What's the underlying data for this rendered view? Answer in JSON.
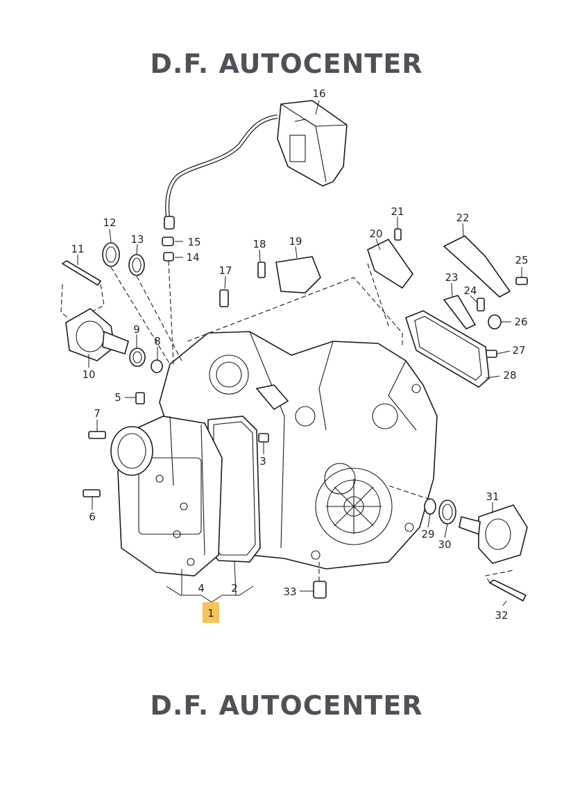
{
  "header": {
    "brand_top": "D.F. AUTOCENTER"
  },
  "footer": {
    "brand_bottom": "D.F. AUTOCENTER"
  },
  "diagram": {
    "highlight_color": "#f5c35c",
    "highlighted_part": "1",
    "part_numbers": [
      "1",
      "2",
      "3",
      "4",
      "5",
      "6",
      "7",
      "8",
      "9",
      "10",
      "11",
      "12",
      "13",
      "14",
      "15",
      "16",
      "17",
      "18",
      "19",
      "20",
      "21",
      "22",
      "23",
      "24",
      "25",
      "26",
      "27",
      "28",
      "29",
      "30",
      "31",
      "32",
      "33"
    ]
  }
}
